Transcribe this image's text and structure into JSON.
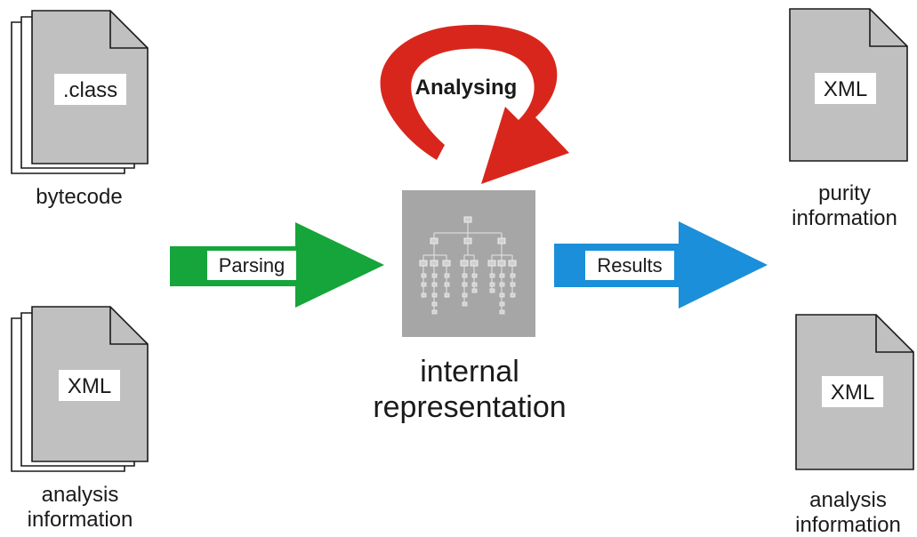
{
  "inputs": {
    "bytecode_doc": {
      "tag": ".class",
      "caption": "bytecode"
    },
    "analysis_doc": {
      "tag": "XML",
      "caption_line1": "analysis",
      "caption_line2": "information"
    }
  },
  "process": {
    "parsing_label": "Parsing",
    "analysing_label": "Analysing",
    "results_label": "Results",
    "center_caption_line1": "internal",
    "center_caption_line2": "representation"
  },
  "outputs": {
    "purity_doc": {
      "tag": "XML",
      "caption_line1": "purity",
      "caption_line2": "information"
    },
    "analysis_doc": {
      "tag": "XML",
      "caption_line1": "analysis",
      "caption_line2": "information"
    }
  },
  "colors": {
    "parsing_arrow": "#16a53a",
    "results_arrow": "#1b8fd9",
    "analysing_arrow": "#d9261c",
    "document_fill": "#c0c0c0",
    "tree_box": "#a6a6a6"
  },
  "icons": {
    "document": "document-icon",
    "tree": "tree-structure-icon"
  }
}
